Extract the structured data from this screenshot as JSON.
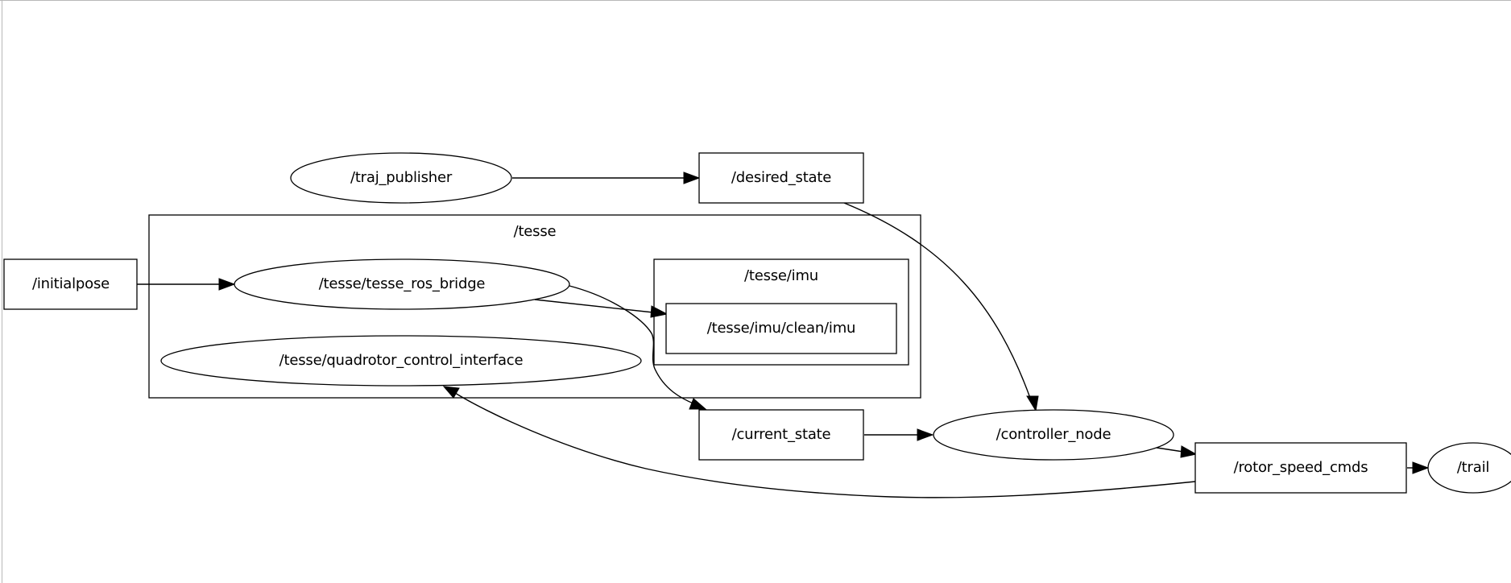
{
  "diagram": {
    "clusters": {
      "tesse": {
        "label": "/tesse"
      },
      "tesse_imu": {
        "label": "/tesse/imu"
      }
    },
    "nodes": {
      "traj_publisher": {
        "label": "/traj_publisher",
        "shape": "ellipse"
      },
      "desired_state": {
        "label": "/desired_state",
        "shape": "box"
      },
      "initialpose": {
        "label": "/initialpose",
        "shape": "box"
      },
      "tesse_ros_bridge": {
        "label": "/tesse/tesse_ros_bridge",
        "shape": "ellipse"
      },
      "clean_imu": {
        "label": "/tesse/imu/clean/imu",
        "shape": "box"
      },
      "quadrotor_control_interface": {
        "label": "/tesse/quadrotor_control_interface",
        "shape": "ellipse"
      },
      "current_state": {
        "label": "/current_state",
        "shape": "box"
      },
      "controller_node": {
        "label": "/controller_node",
        "shape": "ellipse"
      },
      "rotor_speed_cmds": {
        "label": "/rotor_speed_cmds",
        "shape": "box"
      },
      "trail": {
        "label": "/trail",
        "shape": "ellipse"
      }
    },
    "edges": [
      {
        "from": "/traj_publisher",
        "to": "/desired_state"
      },
      {
        "from": "/desired_state",
        "to": "/controller_node"
      },
      {
        "from": "/initialpose",
        "to": "/tesse/tesse_ros_bridge"
      },
      {
        "from": "/tesse/tesse_ros_bridge",
        "to": "/tesse/imu/clean/imu"
      },
      {
        "from": "/tesse/tesse_ros_bridge",
        "to": "/current_state"
      },
      {
        "from": "/current_state",
        "to": "/controller_node"
      },
      {
        "from": "/controller_node",
        "to": "/rotor_speed_cmds"
      },
      {
        "from": "/rotor_speed_cmds",
        "to": "/trail"
      },
      {
        "from": "/rotor_speed_cmds",
        "to": "/tesse/quadrotor_control_interface"
      }
    ]
  }
}
